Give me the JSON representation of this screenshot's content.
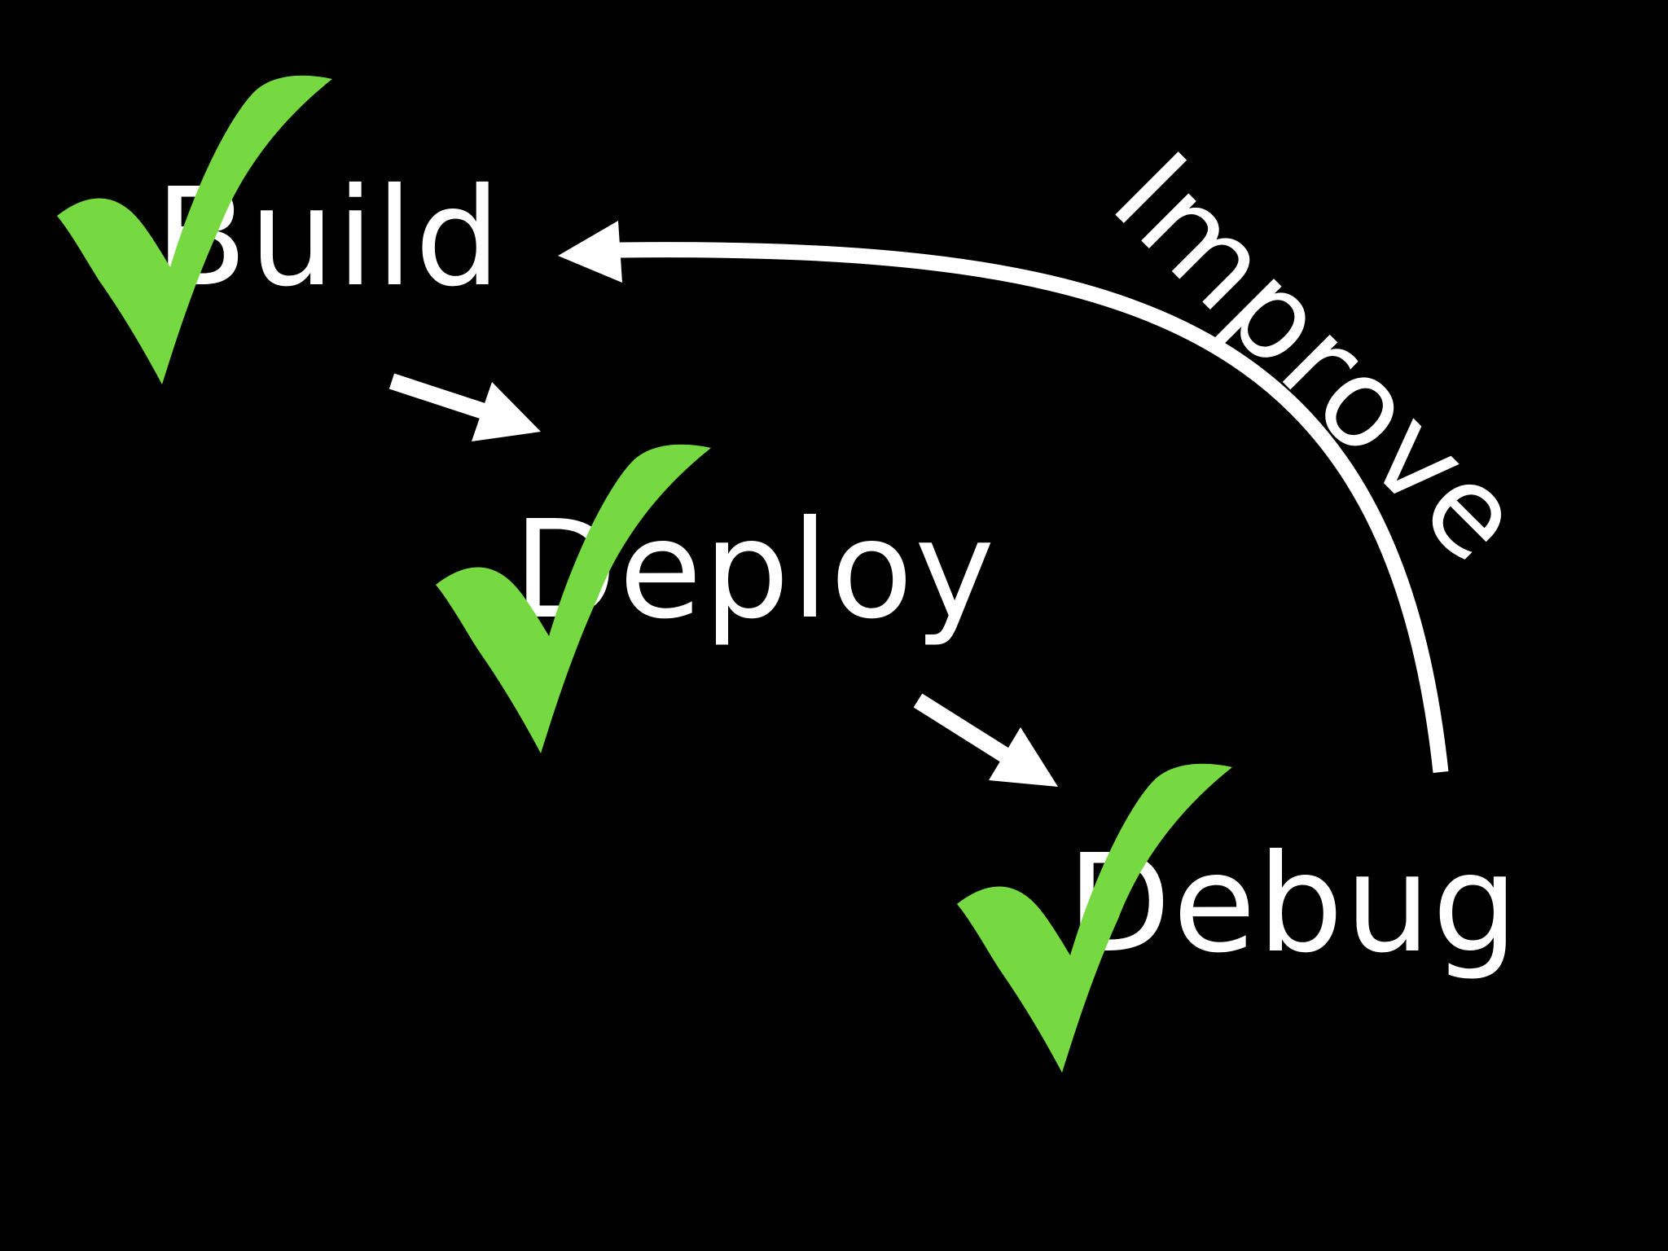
{
  "steps": [
    {
      "label": "Build",
      "checked": true
    },
    {
      "label": "Deploy",
      "checked": true
    },
    {
      "label": "Debug",
      "checked": true
    }
  ],
  "loop": {
    "label": "Improve"
  },
  "colors": {
    "background": "#000000",
    "text": "#ffffff",
    "check": "#77d941",
    "check_highlight": "#88e24f"
  },
  "icons": {
    "check": "check-icon",
    "arrow": "arrow-icon"
  }
}
